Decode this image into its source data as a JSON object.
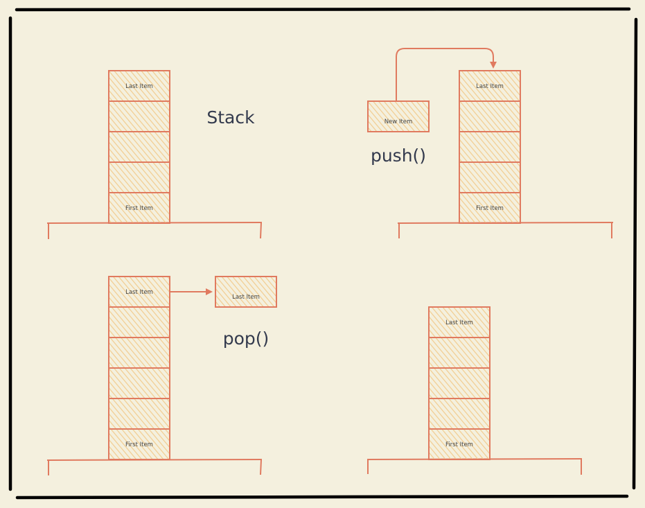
{
  "labels": {
    "stack_title": "Stack",
    "push_label": "push()",
    "pop_label": "pop()"
  },
  "items": {
    "last": "Last Item",
    "first": "First Item",
    "new": "New Item"
  },
  "colors": {
    "background": "#f4f0de",
    "stroke": "#e07a5f",
    "fill": "#f2cc8f",
    "text": "#333a4d",
    "frame": "#000000"
  }
}
